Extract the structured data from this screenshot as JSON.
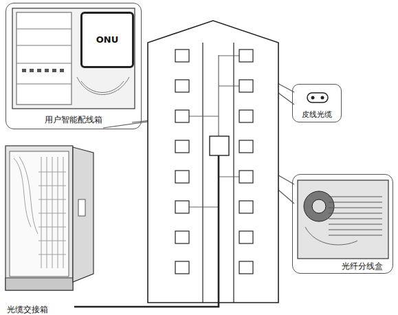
{
  "diagram": {
    "nodes": [
      {
        "text": [
          "用户智能配线箱"
        ]
      },
      {
        "text": [
          "ONU"
        ],
        "in": 0
      },
      {
        "text": [
          "皮线光缆"
        ]
      },
      {
        "text": [
          "光纤分线盒"
        ]
      },
      {
        "text": [
          "光缆交接箱"
        ]
      }
    ]
  }
}
